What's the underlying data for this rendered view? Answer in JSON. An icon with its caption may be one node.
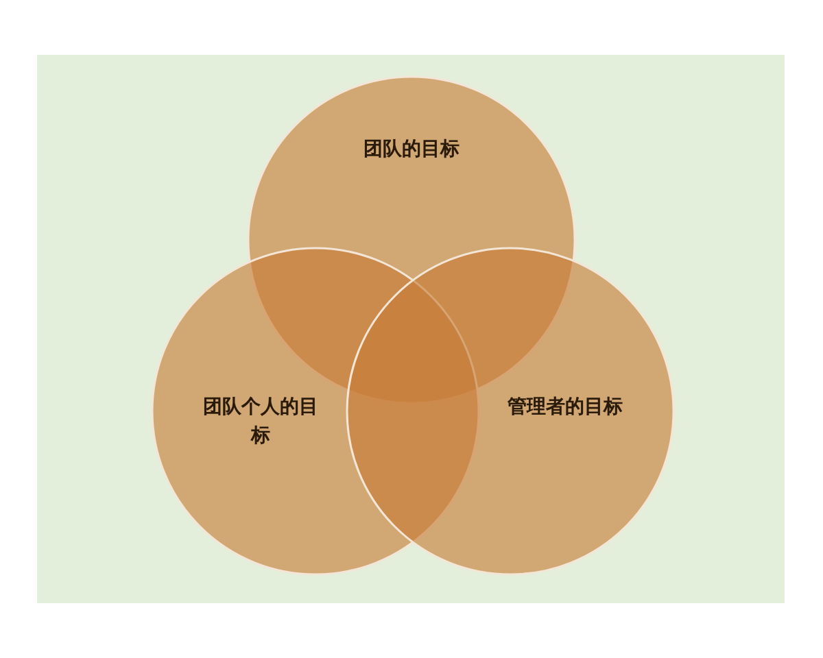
{
  "diagram": {
    "nodes": [
      {
        "text": [
          "团队的目标"
        ]
      },
      {
        "text": [
          "团队个人的目标"
        ]
      },
      {
        "text": [
          "管理者的目标"
        ]
      }
    ]
  }
}
